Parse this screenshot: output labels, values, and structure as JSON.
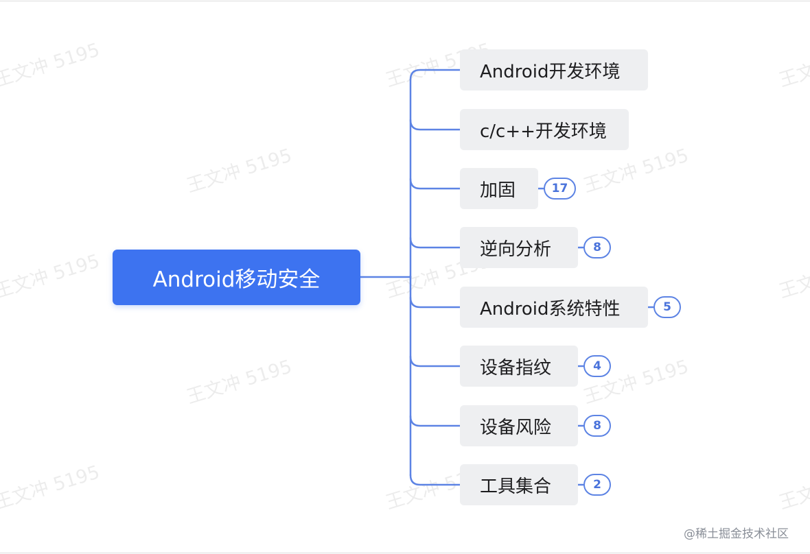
{
  "watermark": "王文冲 5195",
  "root": {
    "label": "Android移动安全",
    "color": "#3d73f0"
  },
  "line_color": "#5c83e4",
  "branches": [
    {
      "label": "Android开发环境",
      "count": ""
    },
    {
      "label": "c/c++开发环境",
      "count": ""
    },
    {
      "label": "加固",
      "count": "17"
    },
    {
      "label": "逆向分析",
      "count": "8"
    },
    {
      "label": "Android系统特性",
      "count": "5"
    },
    {
      "label": "设备指纹",
      "count": "4"
    },
    {
      "label": "设备风险",
      "count": "8"
    },
    {
      "label": "工具集合",
      "count": "2"
    }
  ],
  "footer": {
    "text": "@稀土掘金技术社区"
  }
}
